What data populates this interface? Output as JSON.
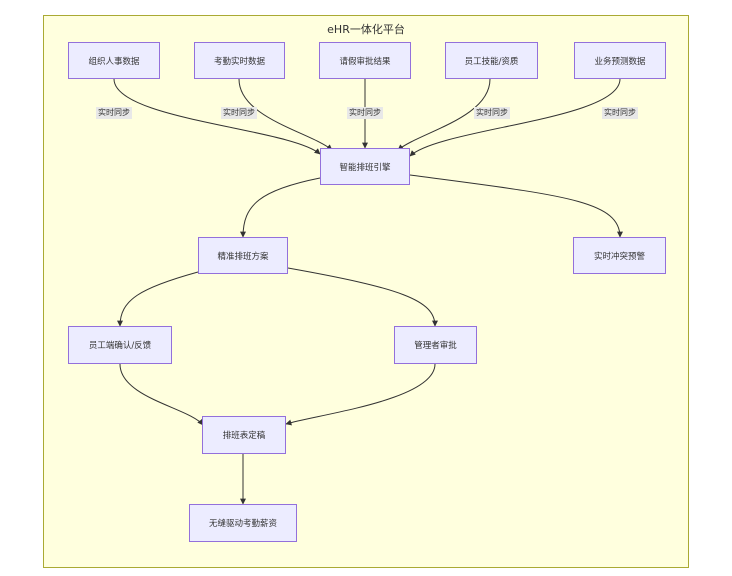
{
  "cluster": {
    "title": "eHR一体化平台"
  },
  "nodes": {
    "org": "组织人事数据",
    "attendance": "考勤实时数据",
    "leave": "请假审批结果",
    "skills": "员工技能/资质",
    "forecast": "业务预测数据",
    "engine": "智能排班引擎",
    "plan": "精准排班方案",
    "alert": "实时冲突预警",
    "confirm": "员工端确认/反馈",
    "approve": "管理者审批",
    "final": "排班表定稿",
    "payroll": "无缝驱动考勤薪资"
  },
  "edge_labels": {
    "org": "实时同步",
    "attendance": "实时同步",
    "leave": "实时同步",
    "skills": "实时同步",
    "forecast": "实时同步"
  }
}
